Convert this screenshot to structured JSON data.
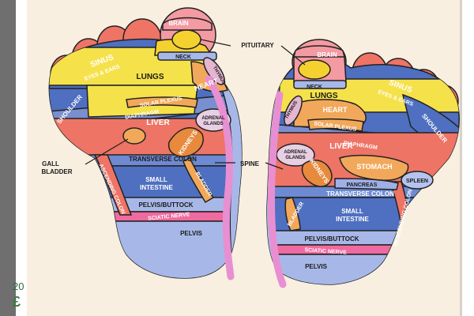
{
  "page": {
    "bg": "#ffffff",
    "card_bg": "#f8efe0",
    "left_strip_color": "#6f6f6f",
    "peek_line1": "20",
    "peek_line2": "£"
  },
  "colors": {
    "outline": "#222222",
    "toe": "#ee7466",
    "brain": "#f49aa2",
    "pituitary": "#f5d130",
    "lungs": "#f5e14a",
    "heart": "#f2a85a",
    "thymus": "#e4b6d2",
    "shoulder": "#4f6fc0",
    "diaphragm": "#7a8fd0",
    "liver": "#ee7466",
    "kidney": "#e88a3d",
    "adrenal": "#e8cfe3",
    "colon_band": "#6d8ad2",
    "small_intestine": "#4f6fc0",
    "bladder": "#f2a85a",
    "pelvis_buttock": "#a7b8e8",
    "sciatic": "#ef6aa0",
    "pelvis": "#a7b8e8",
    "spine": "#e88fd2",
    "stomach": "#f2a85a",
    "pancreas": "#9eb0e6",
    "spleen": "#b5c4ee",
    "descending_colon": "#ee7466",
    "labels": "#ffffff",
    "callout_text": "#1a1a1a"
  },
  "left_foot": {
    "sinus": "SINUS",
    "eyes_ears": "EYES & EARS",
    "brain": "BRAIN",
    "neck": "NECK",
    "lungs": "LUNGS",
    "thymus": "THYMUS",
    "heart": "HEART",
    "shoulder": "SHOULDER",
    "solar_plexus": "SOLAR PLEXUS",
    "diaphragm": "DIAPHRAGM",
    "liver": "LIVER",
    "adrenal_1": "ADRENAL",
    "adrenal_2": "GLANDS",
    "kidneys": "KIDNEYS",
    "ascending_colon": "ASCENDING COLON",
    "transverse_colon": "TRANSVERSE COLON",
    "small_intestine_1": "SMALL",
    "small_intestine_2": "INTESTINE",
    "bladder": "BLADDER",
    "pelvis_buttock": "PELVIS/BUTTOCK",
    "sciatic_nerve": "SCIATIC NERVE",
    "pelvis": "PELVIS"
  },
  "right_foot": {
    "sinus": "SINUS",
    "eyes_ears": "EYES & EARS",
    "brain": "BRAIN",
    "neck": "NECK",
    "lungs": "LUNGS",
    "thymus": "THYMUS",
    "heart": "HEART",
    "shoulder": "SHOULDER",
    "solar_plexus": "SOLAR PLEXUS",
    "diaphragm": "DIAPHRAGM",
    "liver": "LIVER",
    "adrenal_1": "ADRENAL",
    "adrenal_2": "GLANDS",
    "kidneys": "KIDNEYS",
    "stomach": "STOMACH",
    "pancreas": "PANCREAS",
    "spleen": "SPLEEN",
    "transverse_colon": "TRANSVERSE COLON",
    "small_intestine_1": "SMALL",
    "small_intestine_2": "INTESTINE",
    "bladder": "BLADDER",
    "descending_colon": "DESCENDING COLON",
    "pelvis_buttock": "PELVIS/BUTTOCK",
    "sciatic_nerve": "SCIATIC NERVE",
    "pelvis": "PELVIS"
  },
  "callouts": {
    "pituitary": "PITUITARY",
    "gall_bladder_1": "GALL",
    "gall_bladder_2": "BLADDER",
    "spine": "SPINE"
  }
}
